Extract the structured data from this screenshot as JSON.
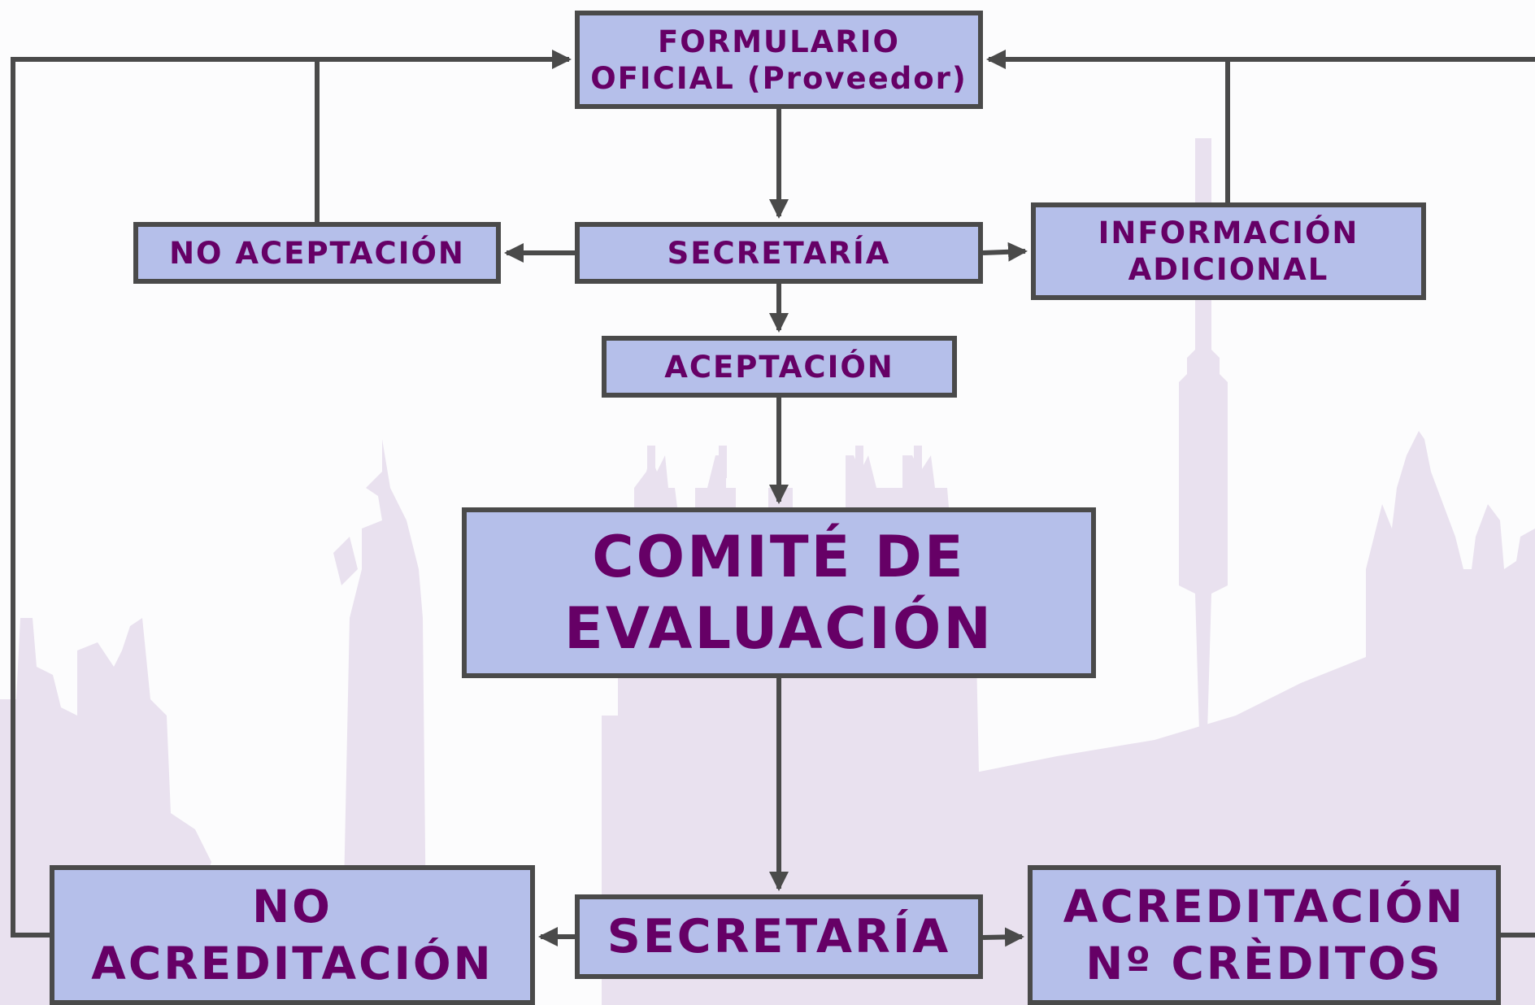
{
  "colors": {
    "box_fill": "#b5bfea",
    "box_border": "#4a4a4a",
    "text": "#660066",
    "connector": "#4a4a4a",
    "background": "#fcfcfd",
    "silhouette": "#e9e1ef"
  },
  "nodes": {
    "formulario": {
      "lines": [
        "FORMULARIO",
        "OFICIAL (Proveedor)"
      ]
    },
    "secretaria_top": {
      "lines": [
        "SECRETARÍA"
      ]
    },
    "no_aceptacion": {
      "lines": [
        "NO ACEPTACIÓN"
      ]
    },
    "info_adicional": {
      "lines": [
        "INFORMACIÓN",
        "ADICIONAL"
      ]
    },
    "aceptacion": {
      "lines": [
        "ACEPTACIÓN"
      ]
    },
    "comite": {
      "lines": [
        "COMITÉ DE",
        "EVALUACIÓN"
      ]
    },
    "no_acreditacion": {
      "lines": [
        "NO",
        "ACREDITACIÓN"
      ]
    },
    "secretaria_bottom": {
      "lines": [
        "SECRETARÍA"
      ]
    },
    "acreditacion": {
      "lines": [
        "ACREDITACIÓN",
        "Nº CRÈDITOS"
      ]
    }
  },
  "edges": [
    {
      "from": "formulario",
      "to": "secretaria_top"
    },
    {
      "from": "secretaria_top",
      "to": "no_aceptacion"
    },
    {
      "from": "secretaria_top",
      "to": "info_adicional"
    },
    {
      "from": "secretaria_top",
      "to": "aceptacion"
    },
    {
      "from": "aceptacion",
      "to": "comite"
    },
    {
      "from": "comite",
      "to": "secretaria_bottom"
    },
    {
      "from": "secretaria_bottom",
      "to": "no_acreditacion"
    },
    {
      "from": "secretaria_bottom",
      "to": "acreditacion"
    },
    {
      "from": "no_aceptacion",
      "to": "formulario"
    },
    {
      "from": "info_adicional",
      "to": "formulario"
    },
    {
      "from": "no_acreditacion",
      "to": "formulario"
    },
    {
      "from": "acreditacion",
      "to": "formulario"
    }
  ]
}
